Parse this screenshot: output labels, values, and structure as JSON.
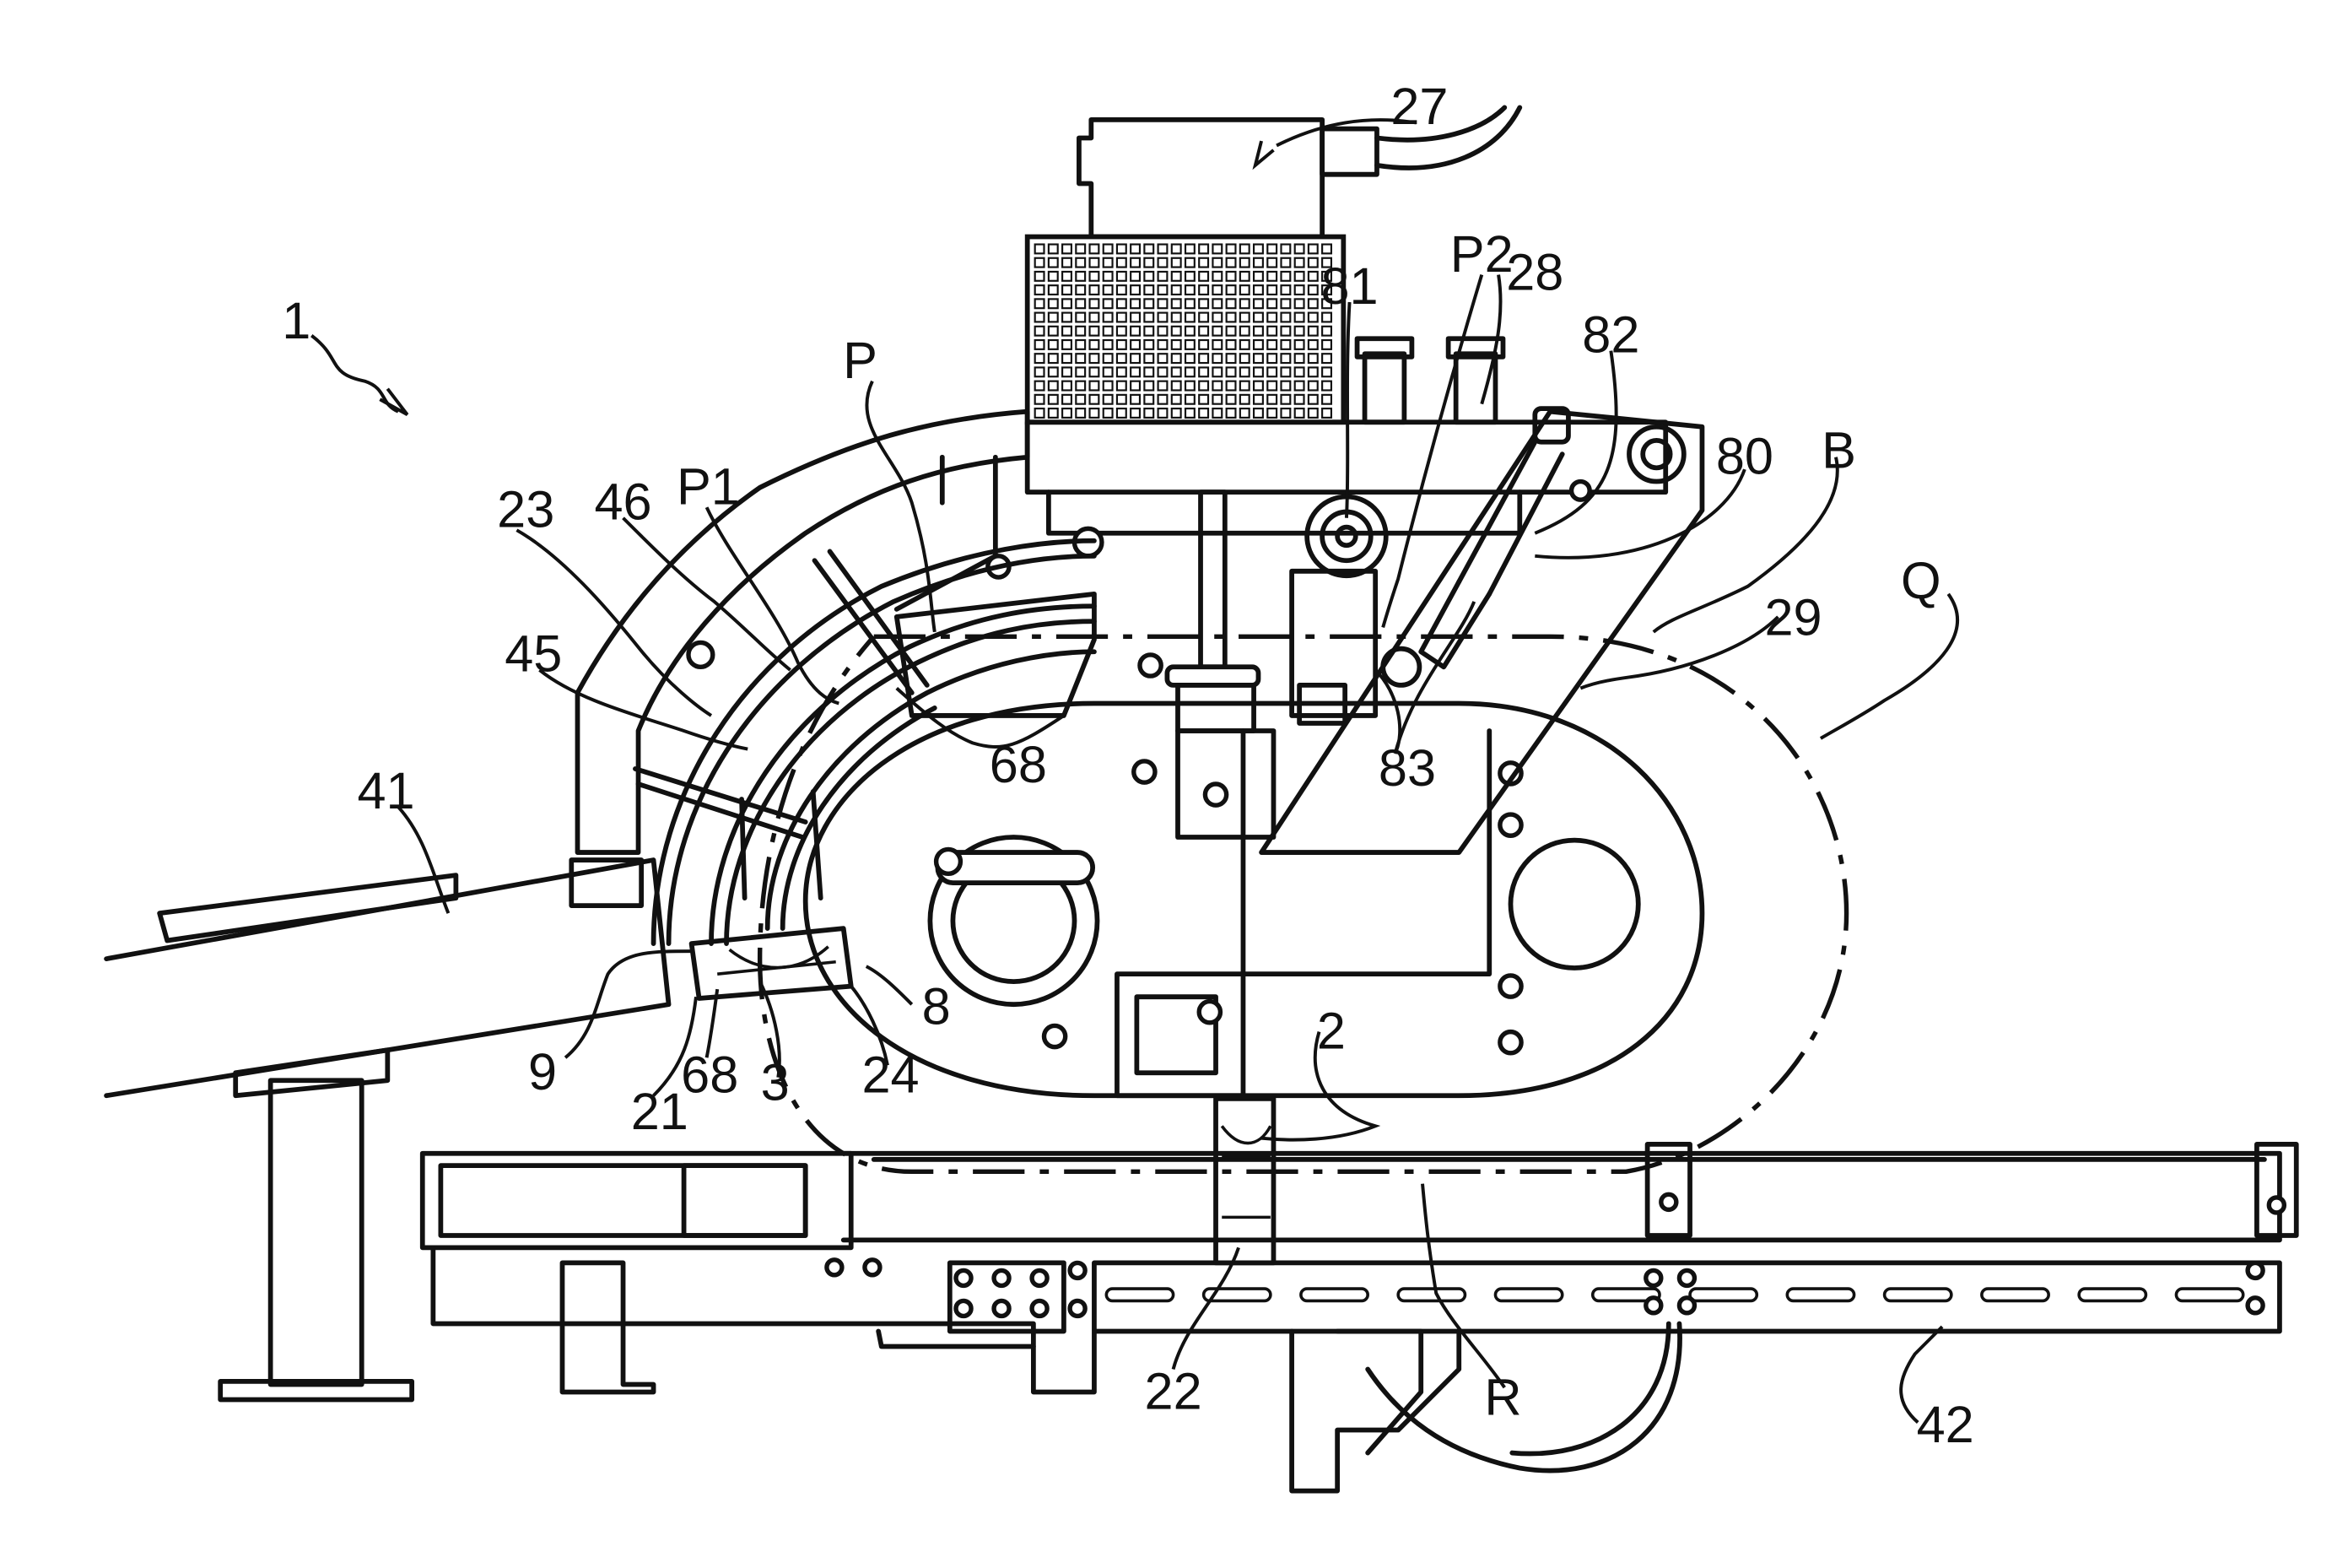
{
  "figure": {
    "labels": {
      "l1": "1",
      "l2": "2",
      "l3": "3",
      "l8": "8",
      "l9": "9",
      "l21": "21",
      "l22": "22",
      "l23": "23",
      "l24": "24",
      "l27": "27",
      "l28": "28",
      "l29": "29",
      "l41": "41",
      "l42": "42",
      "l45": "45",
      "l46": "46",
      "l68a": "68",
      "l68b": "68",
      "l80": "80",
      "l81": "81",
      "l82": "82",
      "l83": "83",
      "lB": "B",
      "lP": "P",
      "lP1": "P1",
      "lP2": "P2",
      "lQ": "Q",
      "lR": "R"
    }
  }
}
